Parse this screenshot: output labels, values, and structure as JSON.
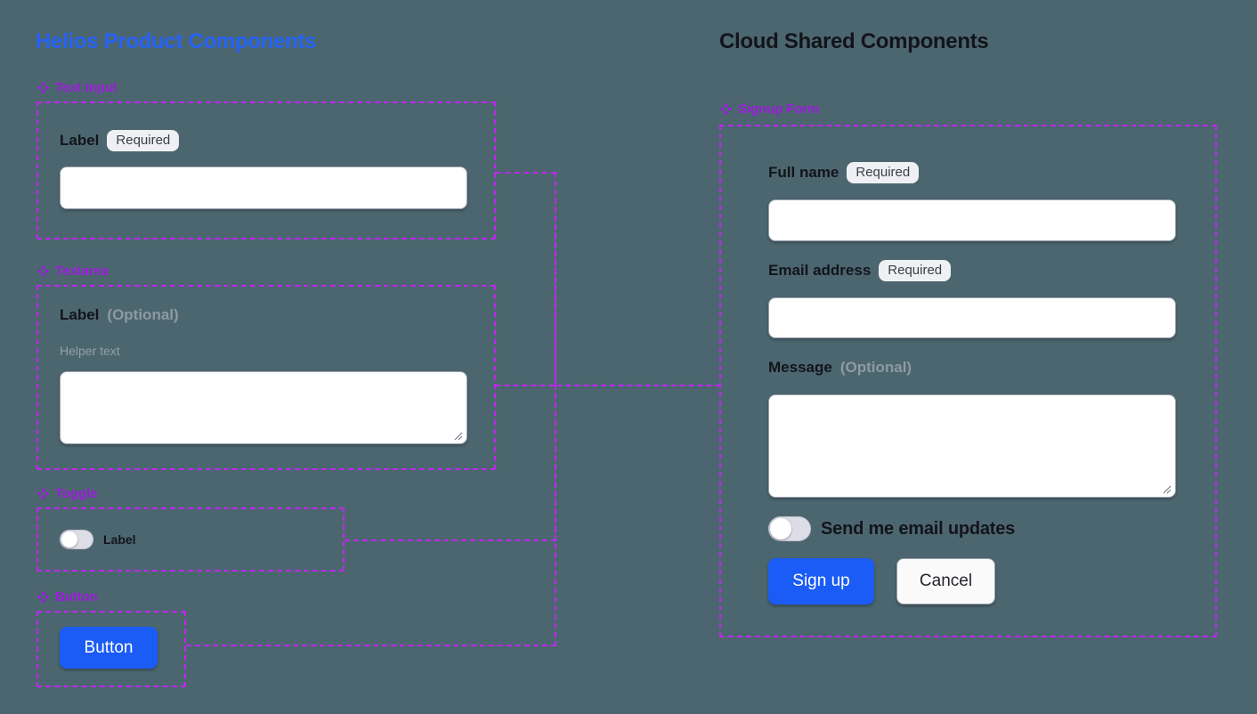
{
  "left_panel": {
    "title": "Helios Product Components",
    "sections": [
      {
        "icon": "diamond-icon",
        "label": "Text Input"
      },
      {
        "icon": "diamond-icon",
        "label": "Textarea"
      },
      {
        "icon": "diamond-icon",
        "label": "Toggle"
      },
      {
        "icon": "diamond-icon",
        "label": "Button"
      }
    ],
    "text_input": {
      "label": "Label",
      "badge": "Required",
      "value": ""
    },
    "textarea": {
      "label": "Label",
      "optional": "(Optional)",
      "helper": "Helper text",
      "value": ""
    },
    "toggle": {
      "label": "Label",
      "state": "off"
    },
    "button": {
      "label": "Button"
    }
  },
  "right_panel": {
    "title": "Cloud Shared Components",
    "section": {
      "icon": "diamond-icon",
      "label": "Signup Form"
    },
    "form": {
      "full_name": {
        "label": "Full name",
        "badge": "Required",
        "value": ""
      },
      "email": {
        "label": "Email address",
        "badge": "Required",
        "value": ""
      },
      "message": {
        "label": "Message",
        "optional": "(Optional)",
        "value": ""
      },
      "toggle": {
        "label": "Send me email updates",
        "state": "off"
      },
      "submit": "Sign up",
      "cancel": "Cancel"
    }
  },
  "colors": {
    "background": "#4c6670",
    "left_title": "#2563f5",
    "right_title": "#13141b",
    "component_label": "#9b1ddb",
    "frame_dashed": "#c026f0",
    "primary_button": "#1a5cf5",
    "badge_bg": "#eff0f3",
    "muted_text": "#8d9aa3"
  }
}
